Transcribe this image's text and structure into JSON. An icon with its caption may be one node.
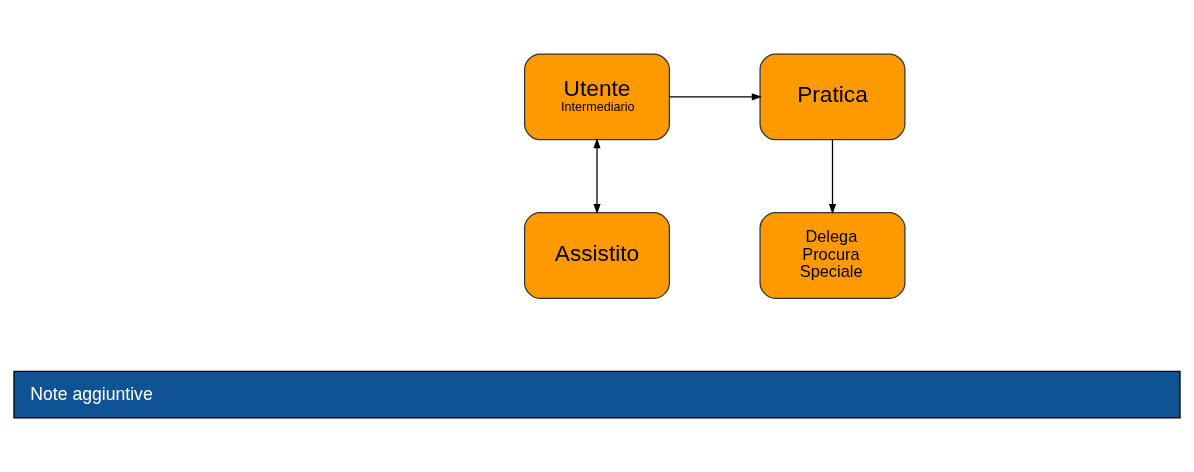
{
  "diagram": {
    "nodes": [
      {
        "text": [
          "Utente",
          "Intermediario"
        ]
      },
      {
        "text": [
          "Pratica"
        ]
      },
      {
        "text": [
          "Assistito"
        ]
      },
      {
        "text": [
          "Delega Procura Speciale"
        ]
      },
      {
        "text": [
          "Note aggiuntive"
        ]
      }
    ],
    "edges": [
      {
        "from": 0,
        "to": 1,
        "arrow": "to"
      },
      {
        "from": 0,
        "to": 2,
        "arrow": "both"
      },
      {
        "from": 1,
        "to": 3,
        "arrow": "to"
      }
    ]
  }
}
